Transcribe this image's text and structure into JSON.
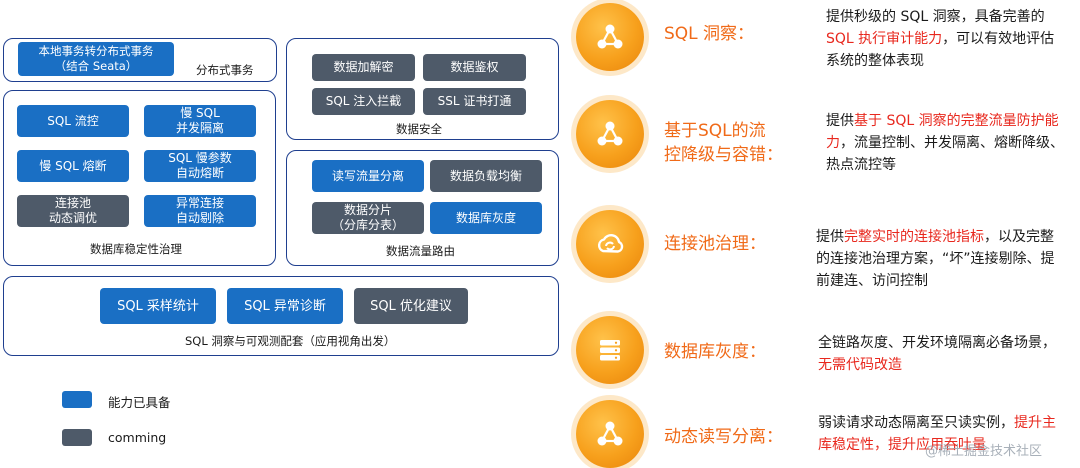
{
  "distributed_tx": {
    "chip": "本地事务转分布式事务\n（结合 Seata）",
    "caption": "分布式事务"
  },
  "data_security": {
    "chips": [
      "数据加解密",
      "数据鉴权",
      "SQL 注入拦截",
      "SSL 证书打通"
    ],
    "caption": "数据安全"
  },
  "stability": {
    "chips": [
      "SQL 流控",
      "慢 SQL\n并发隔离",
      "慢 SQL 熔断",
      "SQL 慢参数\n自动熔断",
      "连接池\n动态调优",
      "异常连接\n自动剔除"
    ],
    "caption": "数据库稳定性治理"
  },
  "traffic_routing": {
    "chips": [
      "读写流量分离",
      "数据负载均衡",
      "数据分片\n（分库分表）",
      "数据库灰度"
    ],
    "caption": "数据流量路由"
  },
  "observability": {
    "chips": [
      "SQL 采样统计",
      "SQL 异常诊断",
      "SQL 优化建议"
    ],
    "caption": "SQL 洞察与可观测配套（应用视角出发）"
  },
  "legend": [
    {
      "label": "能力已具备",
      "color": "#1a6fc4"
    },
    {
      "label": "comming",
      "color": "#4e5a69"
    }
  ],
  "features": [
    {
      "icon": "share-nodes-icon",
      "title": "SQL 洞察：",
      "desc": [
        {
          "text": "提供秒级的 SQL 洞察，具备完善的",
          "hl": false
        },
        {
          "text": "SQL 执行审计能力",
          "hl": true
        },
        {
          "text": "，可以有效地评估系统的整体表现",
          "hl": false
        }
      ]
    },
    {
      "icon": "share-nodes-icon",
      "title": "基于SQL的流\n控降级与容错：",
      "desc": [
        {
          "text": "提供",
          "hl": false
        },
        {
          "text": "基于 SQL 洞察的完整流量防护能力",
          "hl": true
        },
        {
          "text": "，流量控制、并发隔离、熔断降级、热点流控等",
          "hl": false
        }
      ]
    },
    {
      "icon": "cloud-sync-icon",
      "title": "连接池治理：",
      "desc": [
        {
          "text": "提供",
          "hl": false
        },
        {
          "text": "完整实时的连接池指标",
          "hl": true
        },
        {
          "text": "，以及完整的连接池治理方案，“坏”连接剔除、提前建连、访问控制",
          "hl": false
        }
      ]
    },
    {
      "icon": "server-stack-icon",
      "title": "数据库灰度：",
      "desc": [
        {
          "text": "全链路灰度、开发环境隔离必备场景，",
          "hl": false
        },
        {
          "text": "无需代码改造",
          "hl": true
        }
      ]
    },
    {
      "icon": "share-nodes-icon",
      "title": "动态读写分离：",
      "desc": [
        {
          "text": "弱读请求动态隔离至只读实例，",
          "hl": false
        },
        {
          "text": "提升主库稳定性，提升应用吞吐量",
          "hl": true
        }
      ]
    }
  ],
  "watermark": "@稀土掘金技术社区"
}
